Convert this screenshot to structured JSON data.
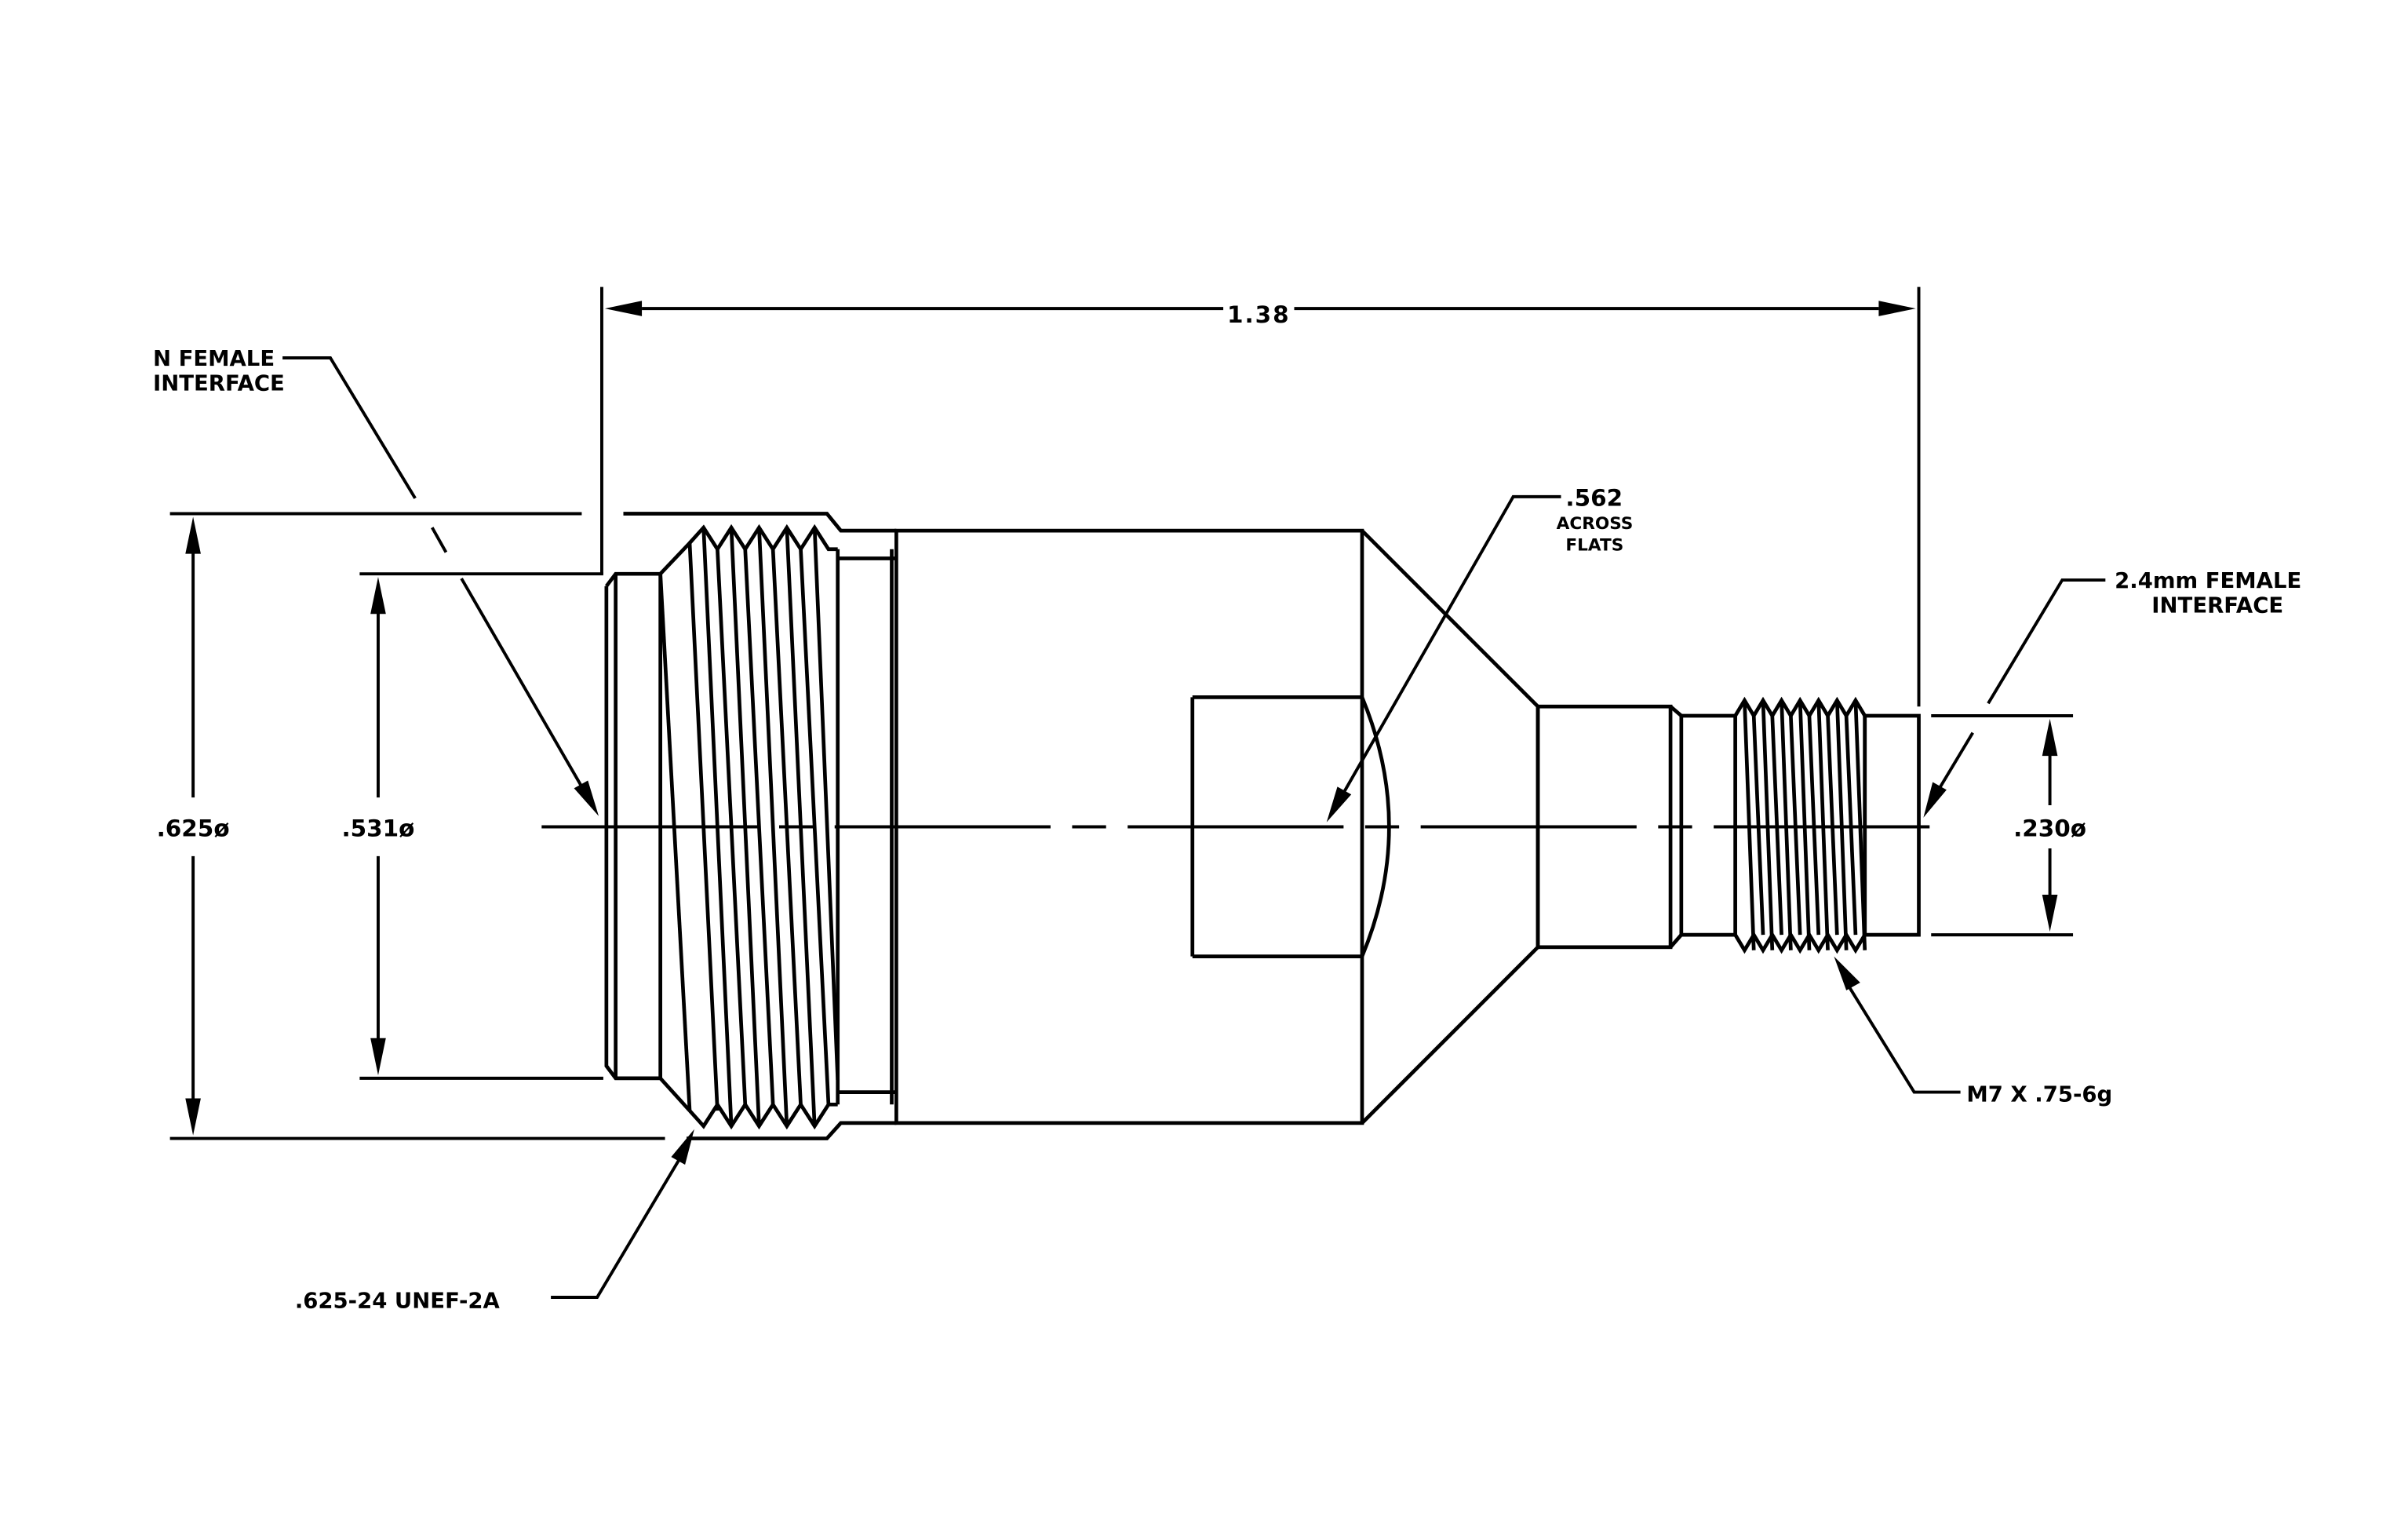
{
  "labels": {
    "n_female_line1": "N FEMALE",
    "n_female_line2": "INTERFACE",
    "overall_length": "1.38",
    "across_flats_value": ".562",
    "across_flats_line1": "ACROSS",
    "across_flats_line2": "FLATS",
    "mm_female_line1": "2.4mm FEMALE",
    "mm_female_line2": "INTERFACE",
    "dia_625": ".625ø",
    "dia_531": ".531ø",
    "dia_230": ".230ø",
    "thread_m7": "M7 X .75-6g",
    "thread_unef": ".625-24 UNEF-2A"
  },
  "colors": {
    "line": "#000000",
    "background": "#ffffff"
  }
}
